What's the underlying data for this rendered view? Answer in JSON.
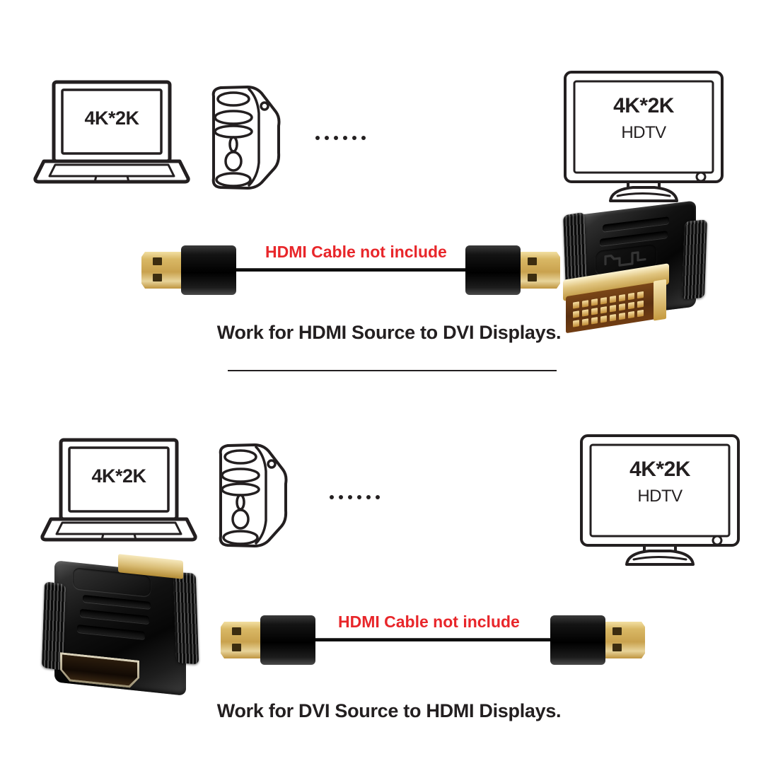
{
  "panels": [
    {
      "id": "hdmi-source-to-dvi",
      "caption": "Work for HDMI Source to DVI Displays.",
      "laptop": {
        "screen_label": "4K*2K"
      },
      "tower": {
        "name": "desktop-tower"
      },
      "ellipsis": {
        "dots": 6,
        "text": "......"
      },
      "monitor": {
        "label_primary": "4K*2K",
        "label_secondary": "HDTV"
      },
      "cable": {
        "note": "HDMI Cable not include",
        "left_end": "hdmi-male",
        "right_end": "hdmi-male"
      },
      "adapter": {
        "type": "hdmi-female-to-dvi-male",
        "logo": "hdmi-logo"
      }
    },
    {
      "id": "dvi-source-to-hdmi",
      "caption": "Work for DVI Source to HDMI Displays.",
      "laptop": {
        "screen_label": "4K*2K"
      },
      "tower": {
        "name": "desktop-tower"
      },
      "ellipsis": {
        "dots": 6,
        "text": "......"
      },
      "monitor": {
        "label_primary": "4K*2K",
        "label_secondary": "HDTV"
      },
      "cable": {
        "note": "HDMI Cable not include",
        "left_end": "hdmi-male",
        "right_end": "hdmi-male"
      },
      "adapter": {
        "type": "dvi-male-to-hdmi-female",
        "logo": "hdmi-port"
      }
    }
  ],
  "colors": {
    "note_red": "#e8262a",
    "ink": "#231f20",
    "background": "#ffffff",
    "gold": "#d9b865",
    "adapter_black": "#111111"
  },
  "divider": {
    "present": true
  }
}
